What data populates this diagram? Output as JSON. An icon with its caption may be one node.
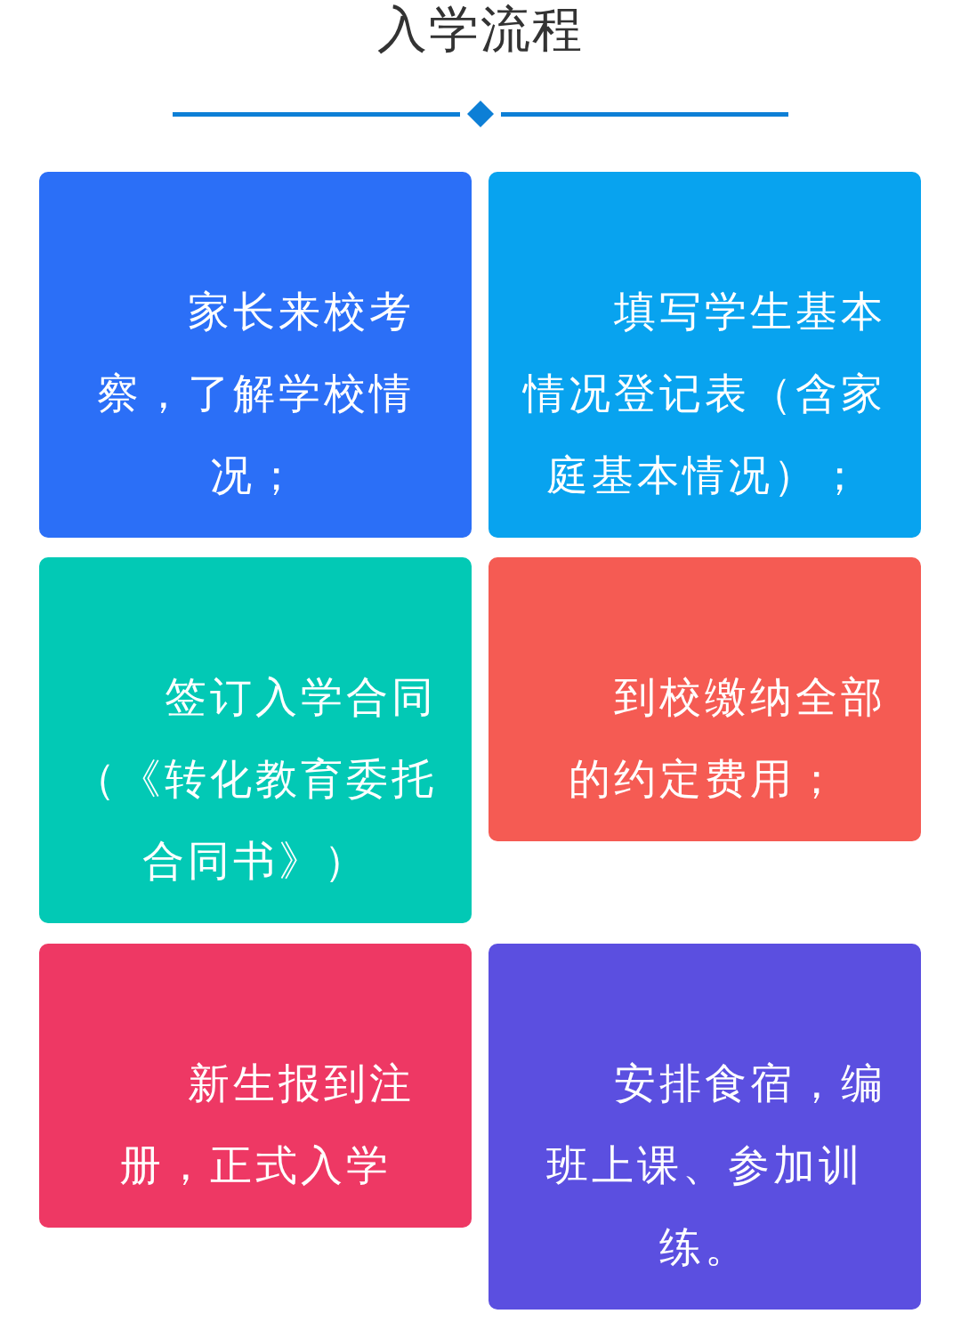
{
  "diagram": {
    "title": "入学流程",
    "nodes": [
      {
        "text": [
          "家长来校考察，了解学校情况；"
        ]
      },
      {
        "text": [
          "填写学生基本情况登记表（含家庭基本情况）；"
        ]
      },
      {
        "text": [
          "签订入学合同（《转化教育委托合同书》）"
        ]
      },
      {
        "text": [
          "到校缴纳全部的约定费用；"
        ]
      },
      {
        "text": [
          "新生报到注册，正式入学"
        ]
      },
      {
        "text": [
          "安排食宿，编班上课、参加训练。"
        ]
      }
    ]
  }
}
